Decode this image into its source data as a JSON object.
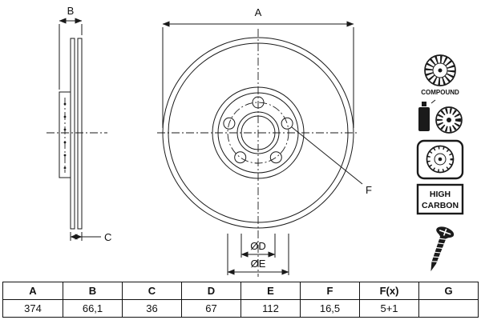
{
  "colors": {
    "line": "#1a1a1a",
    "background": "#ffffff",
    "text": "#111111"
  },
  "drawing": {
    "labels": {
      "a": "A",
      "b": "B",
      "c": "C",
      "d": "ØD",
      "e": "ØE",
      "f": "F"
    }
  },
  "icons": {
    "compound": {
      "label": "COMPOUND"
    },
    "high_carbon": {
      "line1": "HIGH",
      "line2": "CARBON"
    }
  },
  "table": {
    "headers": [
      "A",
      "B",
      "C",
      "D",
      "E",
      "F",
      "F(x)",
      "G"
    ],
    "values": [
      "374",
      "66,1",
      "36",
      "67",
      "112",
      "16,5",
      "5+1",
      ""
    ]
  }
}
